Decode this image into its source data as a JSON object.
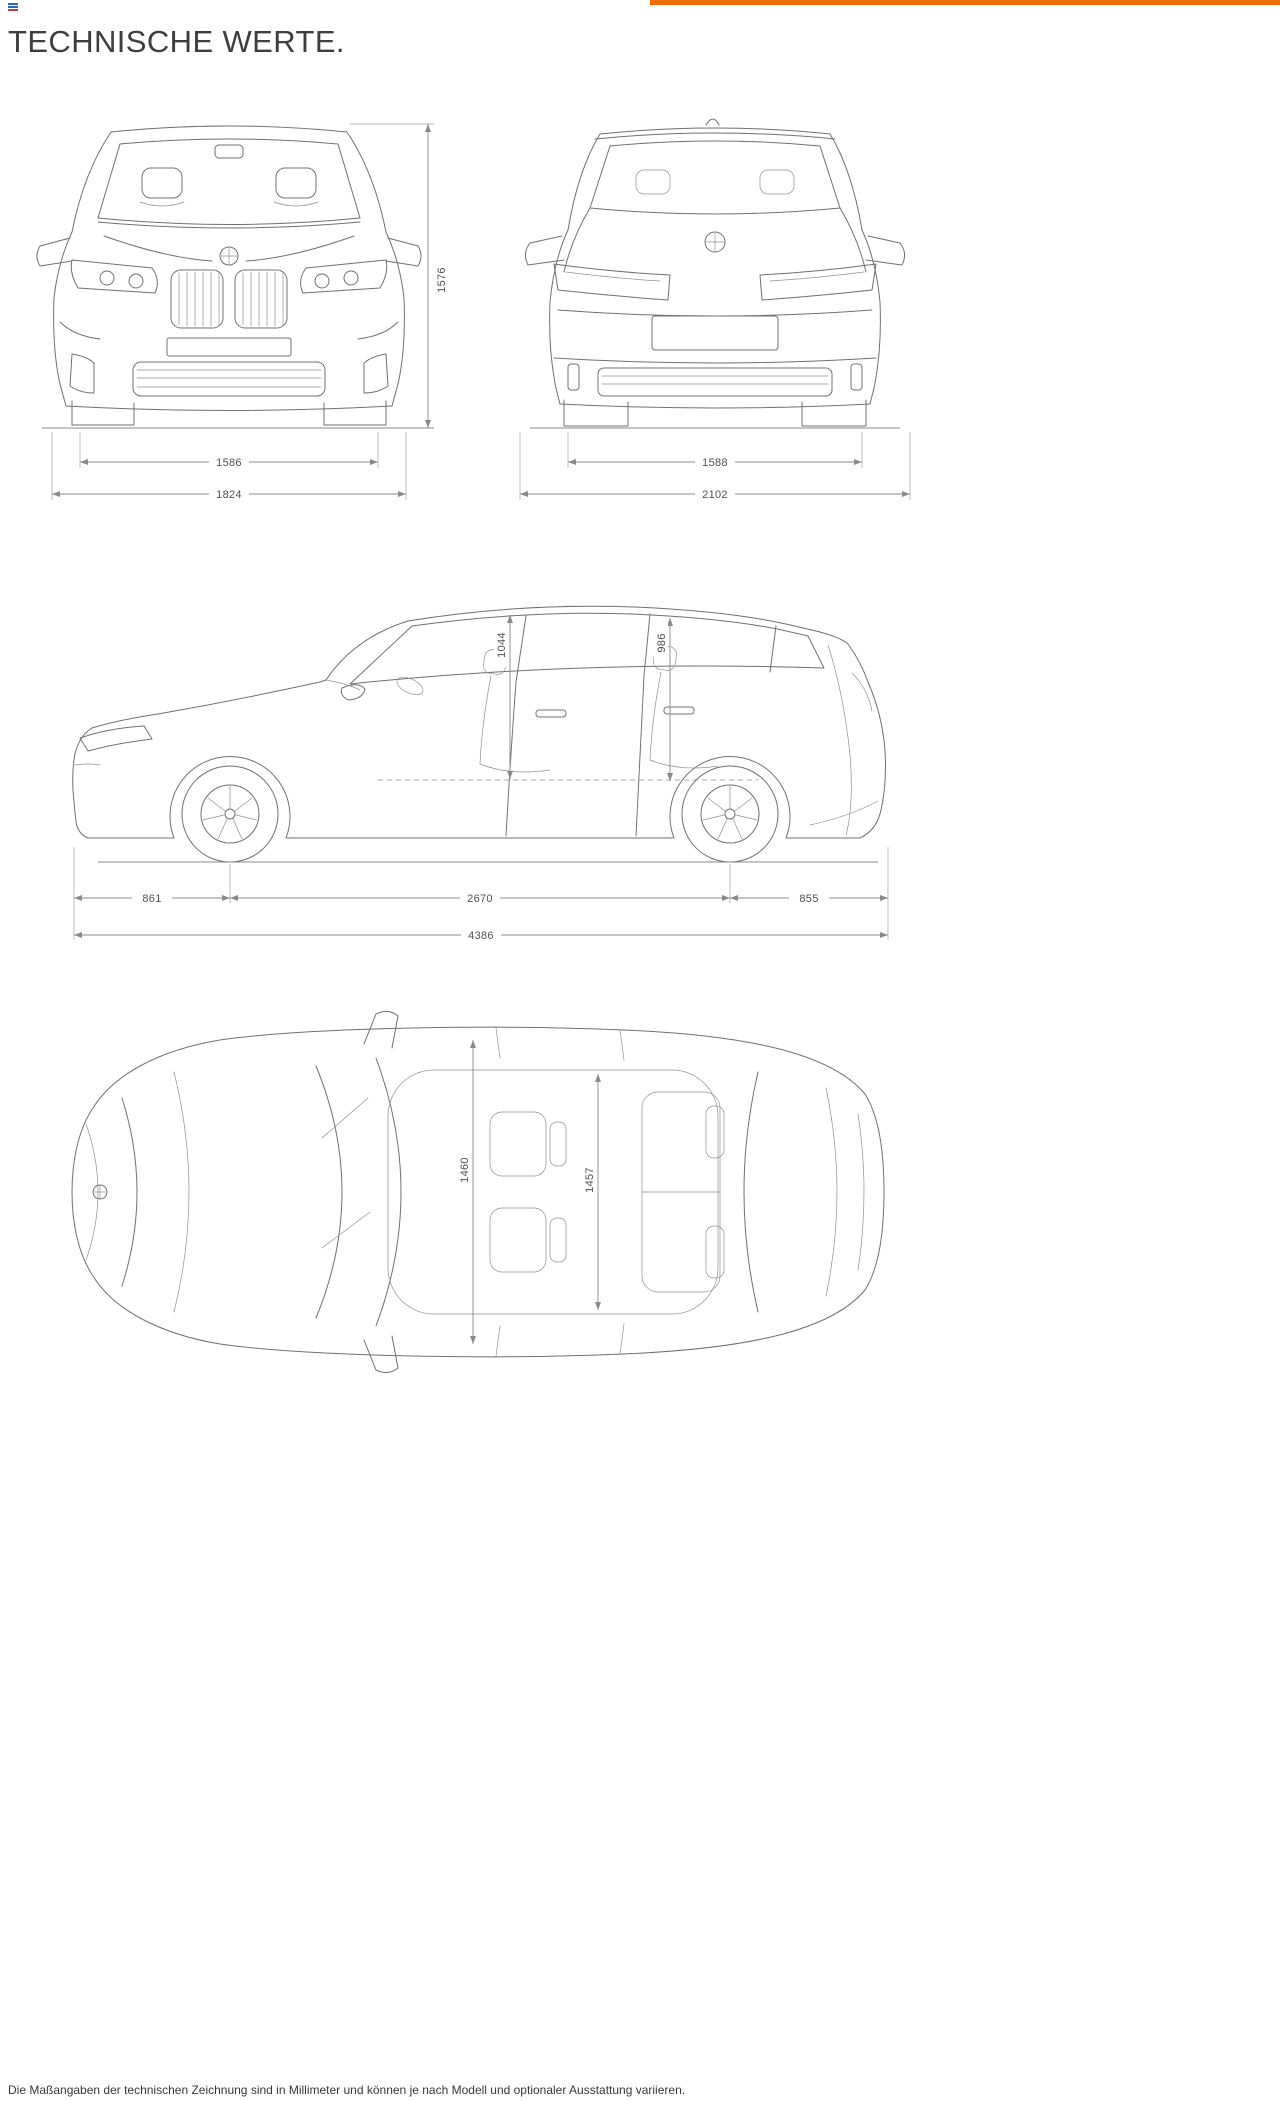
{
  "page": {
    "title": "TECHNISCHE WERTE.",
    "footer": "Die Maßangaben der technischen Zeichnung sind in Millimeter und können je nach Modell und optionaler Ausstattung variieren.",
    "accent_color": "#EC6D05",
    "icons": {
      "top_left": "menu-icon"
    }
  },
  "dimensions": {
    "front": {
      "height": "1576",
      "track": "1586",
      "width": "1824"
    },
    "rear": {
      "track": "1588",
      "width": "2102"
    },
    "side": {
      "interior_height_front": "1044",
      "interior_height_rear": "986",
      "front_overhang": "861",
      "wheelbase": "2670",
      "rear_overhang": "855",
      "length": "4386"
    },
    "top": {
      "interior_width_front": "1460",
      "interior_width_rear": "1457"
    }
  }
}
